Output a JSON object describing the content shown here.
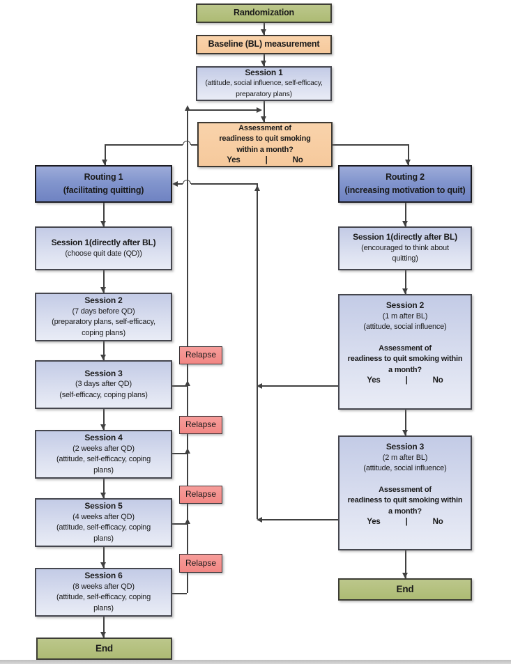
{
  "colors": {
    "end_green": "#b2bf7e",
    "assessment_peach": "#f8cfa4",
    "session_blue": "#ccd3ea",
    "routing_blue": "#8094cb",
    "relapse_red": "#f5918e",
    "line": "#404040"
  },
  "top_column": {
    "randomization": "Randomization",
    "baseline": "Baseline (BL) measurement",
    "session1": {
      "title": "Session 1",
      "line1": "(attitude, social influence, self-efficacy,",
      "line2": "preparatory plans)"
    },
    "assessment": {
      "line1": "Assessment of",
      "line2": "readiness to quit smoking",
      "line3": "within a month?",
      "yes": "Yes",
      "divider": "|",
      "no": "No"
    }
  },
  "left_column": {
    "routing": {
      "title": "Routing 1",
      "subtitle": "(facilitating quitting)"
    },
    "session1": {
      "title": "Session 1(directly after BL)",
      "line1": "(choose quit date (QD))"
    },
    "session2": {
      "title": "Session 2",
      "line1": "(7 days before QD)",
      "line2": "(preparatory plans, self-efficacy,",
      "line3": "coping plans)"
    },
    "session3": {
      "title": "Session 3",
      "line1": "(3 days after QD)",
      "line2": "(self-efficacy, coping plans)"
    },
    "session4": {
      "title": "Session 4",
      "line1": "(2 weeks after QD)",
      "line2": "(attitude, self-efficacy, coping",
      "line3": "plans)"
    },
    "session5": {
      "title": "Session 5",
      "line1": "(4 weeks after QD)",
      "line2": "(attitude, self-efficacy, coping",
      "line3": "plans)"
    },
    "session6": {
      "title": "Session 6",
      "line1": "(8 weeks after QD)",
      "line2": "(attitude, self-efficacy, coping",
      "line3": "plans)"
    },
    "end": "End"
  },
  "right_column": {
    "routing": {
      "title": "Routing 2",
      "subtitle": "(increasing motivation to quit)"
    },
    "session1": {
      "title": "Session 1(directly after BL)",
      "line1": "(encouraged to think about",
      "line2": "quitting)"
    },
    "session2": {
      "title": "Session 2",
      "line1": "(1 m after BL)",
      "line2": "(attitude, social influence)",
      "assess1": "Assessment of",
      "assess2": "readiness to quit smoking within",
      "assess3": "a month?",
      "yes": "Yes",
      "divider": "|",
      "no": "No"
    },
    "session3": {
      "title": "Session 3",
      "line1": "(2 m after BL)",
      "line2": "(attitude, social influence)",
      "assess1": "Assessment of",
      "assess2": "readiness to quit smoking within",
      "assess3": "a month?",
      "yes": "Yes",
      "divider": "|",
      "no": "No"
    },
    "end": "End"
  },
  "relapse_labels": [
    "Relapse",
    "Relapse",
    "Relapse",
    "Relapse"
  ]
}
